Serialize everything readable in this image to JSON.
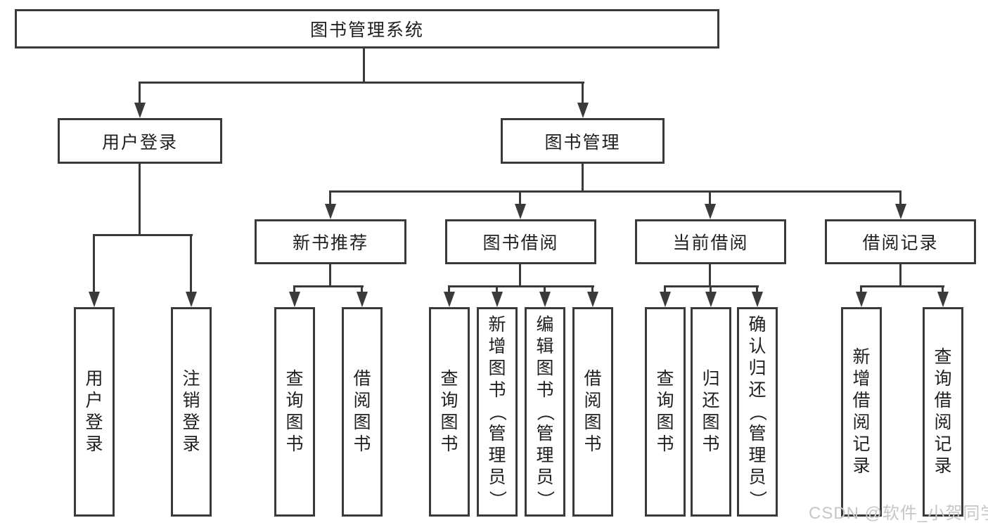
{
  "diagram_title": "图书管理系统",
  "tree": {
    "label": "图书管理系统",
    "children": [
      {
        "label": "用户登录",
        "children": [
          {
            "label": "用户登录"
          },
          {
            "label": "注销登录"
          }
        ]
      },
      {
        "label": "图书管理",
        "children": [
          {
            "label": "新书推荐",
            "children": [
              {
                "label": "查询图书"
              },
              {
                "label": "借阅图书"
              }
            ]
          },
          {
            "label": "图书借阅",
            "children": [
              {
                "label": "查询图书"
              },
              {
                "label": "新增图书（管理员）"
              },
              {
                "label": "编辑图书（管理员）"
              },
              {
                "label": "借阅图书"
              }
            ]
          },
          {
            "label": "当前借阅",
            "children": [
              {
                "label": "查询图书"
              },
              {
                "label": "归还图书"
              },
              {
                "label": "确认归还（管理员）"
              }
            ]
          },
          {
            "label": "借阅记录",
            "children": [
              {
                "label": "新增借阅记录"
              },
              {
                "label": "查询借阅记录"
              }
            ]
          }
        ]
      }
    ]
  },
  "watermark": {
    "text": "CSDN @软件_小贺同学"
  },
  "colors": {
    "line": "#3a3a3a",
    "box_border": "#3a3a3a",
    "text": "#1f1f1f",
    "watermark": "#c6c6c6",
    "background": "#ffffff"
  }
}
